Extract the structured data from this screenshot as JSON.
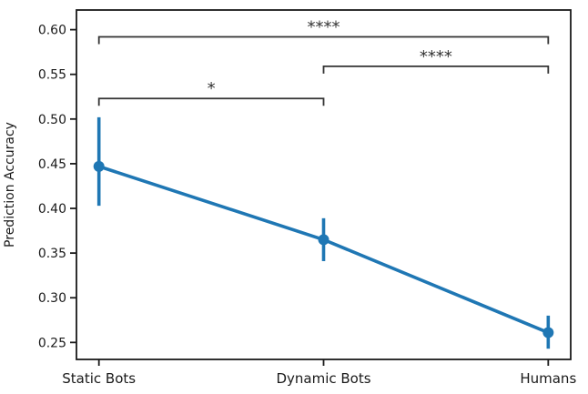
{
  "figure": {
    "background": "#ffffff"
  },
  "chart_data": {
    "type": "line",
    "chart_kind": "pointplot-with-confidence-intervals",
    "title": "",
    "xlabel": "",
    "ylabel": "Prediction Accuracy",
    "categories": [
      "Static Bots",
      "Dynamic Bots",
      "Humans"
    ],
    "series": [
      {
        "name": "Prediction Accuracy",
        "color": "#1f77b4",
        "values": [
          0.447,
          0.365,
          0.261
        ],
        "ci_low": [
          0.403,
          0.341,
          0.243
        ],
        "ci_high": [
          0.502,
          0.389,
          0.28
        ]
      }
    ],
    "ylim": [
      0.231,
      0.622
    ],
    "xlim": [
      -0.1,
      2.1
    ],
    "yticks": [
      0.25,
      0.3,
      0.35,
      0.4,
      0.45,
      0.5,
      0.55,
      0.6
    ],
    "ytick_labels": [
      "0.25",
      "0.30",
      "0.35",
      "0.40",
      "0.45",
      "0.50",
      "0.55",
      "0.60"
    ],
    "grid": false,
    "legend": "none",
    "annotations": [
      {
        "pair": [
          "Static Bots",
          "Humans"
        ],
        "label": "****",
        "y": 0.592
      },
      {
        "pair": [
          "Dynamic Bots",
          "Humans"
        ],
        "label": "****",
        "y": 0.559
      },
      {
        "pair": [
          "Static Bots",
          "Dynamic Bots"
        ],
        "label": "*",
        "y": 0.523
      }
    ],
    "colors": {
      "series": "#1f77b4",
      "axis": "#1a1a1a",
      "bracket": "#333333",
      "text": "#1a1a1a",
      "background": "#ffffff"
    }
  }
}
